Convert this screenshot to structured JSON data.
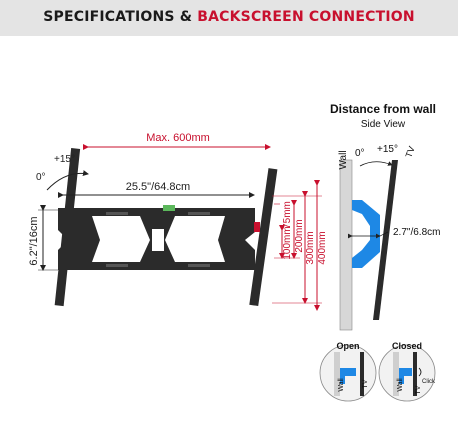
{
  "header": {
    "title_part1": "SPECIFICATIONS & ",
    "title_part2": "BACKSCREEN CONNECTION",
    "color_dark": "#1a1a1a",
    "color_red": "#c8102e"
  },
  "front": {
    "max_width": "Max. 600mm",
    "width": "25.5\"/64.8cm",
    "height": "6.2\"/16cm",
    "tilt_plus": "+15°",
    "tilt_zero": "0°",
    "vesa_heights": [
      "100mm",
      "75mm",
      "200mm",
      "300mm",
      "400mm"
    ]
  },
  "side": {
    "title": "Distance from wall",
    "subtitle": "Side View",
    "wall_label": "Wall",
    "tv_label": "TV",
    "tilt_zero": "0°",
    "tilt_plus": "+15°",
    "distance": "2.7\"/6.8cm"
  },
  "insets": {
    "open_label": "Open",
    "closed_label": "Closed",
    "wall_label": "Wall",
    "tv_label": "TV",
    "click_label": "Click"
  },
  "colors": {
    "red": "#c8102e",
    "blue": "#1e88e5",
    "bracket": "#2b2b2b"
  }
}
